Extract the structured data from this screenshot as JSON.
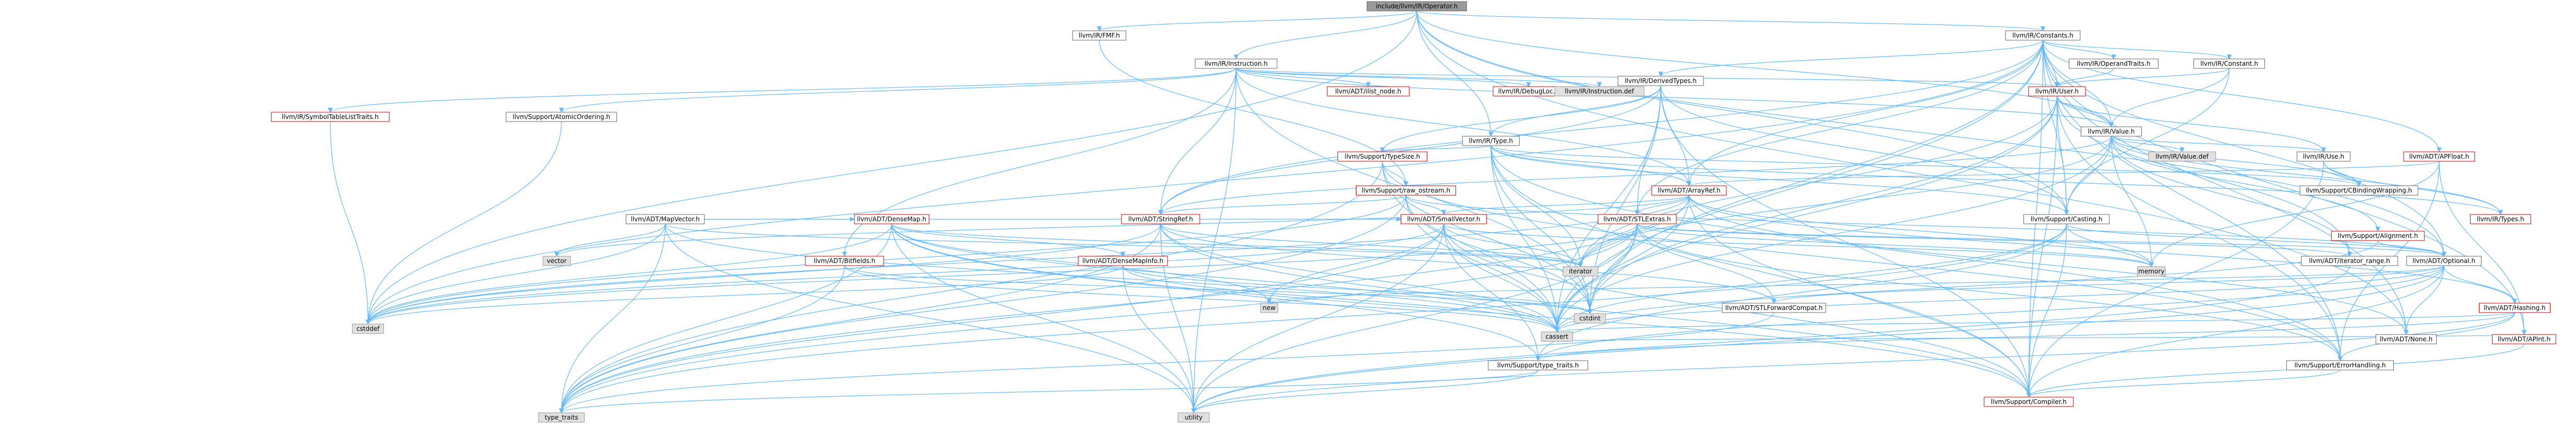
{
  "graph": {
    "nodes": [
      {
        "id": "root",
        "label": "include/llvm/IR/Operator.h",
        "style": "root"
      },
      {
        "id": "fmf",
        "label": "llvm/IR/FMF.h",
        "style": "normal"
      },
      {
        "id": "constants",
        "label": "llvm/IR/Constants.h",
        "style": "normal"
      },
      {
        "id": "instruction",
        "label": "llvm/IR/Instruction.h",
        "style": "normal"
      },
      {
        "id": "mapvector",
        "label": "llvm/ADT/MapVector.h",
        "style": "normal"
      },
      {
        "id": "symtab",
        "label": "llvm/IR/SymbolTableListTraits.h",
        "style": "red"
      },
      {
        "id": "atomicord",
        "label": "llvm/Support/AtomicOrdering.h",
        "style": "normal"
      },
      {
        "id": "ilistnode",
        "label": "llvm/ADT/ilist_node.h",
        "style": "red"
      },
      {
        "id": "debugloc",
        "label": "llvm/IR/DebugLoc.h",
        "style": "red"
      },
      {
        "id": "instdef",
        "label": "llvm/IR/Instruction.def",
        "style": "ext"
      },
      {
        "id": "opertraits",
        "label": "llvm/IR/OperandTraits.h",
        "style": "normal"
      },
      {
        "id": "constant",
        "label": "llvm/IR/Constant.h",
        "style": "normal"
      },
      {
        "id": "derivedtypes",
        "label": "llvm/IR/DerivedTypes.h",
        "style": "normal"
      },
      {
        "id": "user",
        "label": "llvm/IR/User.h",
        "style": "red"
      },
      {
        "id": "type",
        "label": "llvm/IR/Type.h",
        "style": "normal"
      },
      {
        "id": "value",
        "label": "llvm/IR/Value.h",
        "style": "normal"
      },
      {
        "id": "valuedef",
        "label": "llvm/IR/Value.def",
        "style": "ext"
      },
      {
        "id": "use",
        "label": "llvm/IR/Use.h",
        "style": "normal"
      },
      {
        "id": "apfloat",
        "label": "llvm/ADT/APFloat.h",
        "style": "red"
      },
      {
        "id": "typesize",
        "label": "llvm/Support/TypeSize.h",
        "style": "red"
      },
      {
        "id": "rawostream",
        "label": "llvm/Support/raw_ostream.h",
        "style": "red"
      },
      {
        "id": "arrayref",
        "label": "llvm/ADT/ArrayRef.h",
        "style": "red"
      },
      {
        "id": "cbinding",
        "label": "llvm/Support/CBindingWrapping.h",
        "style": "normal"
      },
      {
        "id": "types",
        "label": "llvm/IR/Types.h",
        "style": "red"
      },
      {
        "id": "densemap",
        "label": "llvm/ADT/DenseMap.h",
        "style": "red"
      },
      {
        "id": "stringref",
        "label": "llvm/ADT/StringRef.h",
        "style": "red"
      },
      {
        "id": "smallvector",
        "label": "llvm/ADT/SmallVector.h",
        "style": "red"
      },
      {
        "id": "stlextras",
        "label": "llvm/ADT/STLExtras.h",
        "style": "red"
      },
      {
        "id": "casting",
        "label": "llvm/Support/Casting.h",
        "style": "normal"
      },
      {
        "id": "alignment",
        "label": "llvm/Support/Alignment.h",
        "style": "red"
      },
      {
        "id": "bitfields",
        "label": "llvm/ADT/Bitfields.h",
        "style": "red"
      },
      {
        "id": "densemapinfo",
        "label": "llvm/ADT/DenseMapInfo.h",
        "style": "red"
      },
      {
        "id": "iterrange",
        "label": "llvm/ADT/iterator_range.h",
        "style": "normal"
      },
      {
        "id": "optional",
        "label": "llvm/ADT/Optional.h",
        "style": "normal"
      },
      {
        "id": "hashing",
        "label": "llvm/ADT/Hashing.h",
        "style": "red"
      },
      {
        "id": "stlfwd",
        "label": "llvm/ADT/STLForwardCompat.h",
        "style": "normal"
      },
      {
        "id": "apint",
        "label": "llvm/ADT/APInt.h",
        "style": "red"
      },
      {
        "id": "none",
        "label": "llvm/ADT/None.h",
        "style": "normal"
      },
      {
        "id": "errh",
        "label": "llvm/Support/ErrorHandling.h",
        "style": "normal"
      },
      {
        "id": "typetraits",
        "label": "llvm/Support/type_traits.h",
        "style": "normal"
      },
      {
        "id": "compiler",
        "label": "llvm/Support/Compiler.h",
        "style": "red"
      },
      {
        "id": "vector",
        "label": "vector",
        "style": "ext"
      },
      {
        "id": "cstddef",
        "label": "cstddef",
        "style": "ext"
      },
      {
        "id": "new",
        "label": "new",
        "style": "ext"
      },
      {
        "id": "iterator",
        "label": "iterator",
        "style": "ext"
      },
      {
        "id": "cstdint",
        "label": "cstdint",
        "style": "ext"
      },
      {
        "id": "memory",
        "label": "memory",
        "style": "ext"
      },
      {
        "id": "cassert",
        "label": "cassert",
        "style": "ext"
      },
      {
        "id": "typetraitsstd",
        "label": "type_traits",
        "style": "ext"
      },
      {
        "id": "utility",
        "label": "utility",
        "style": "ext"
      }
    ],
    "edges": [
      [
        "root",
        "fmf"
      ],
      [
        "root",
        "constants"
      ],
      [
        "root",
        "instruction"
      ],
      [
        "root",
        "type"
      ],
      [
        "root",
        "value"
      ],
      [
        "root",
        "casting"
      ],
      [
        "root",
        "cstddef"
      ],
      [
        "root",
        "optional"
      ],
      [
        "root",
        "none"
      ],
      [
        "fmf",
        "rawostream"
      ],
      [
        "constants",
        "apfloat"
      ],
      [
        "constants",
        "apint"
      ],
      [
        "constants",
        "arrayref"
      ],
      [
        "constants",
        "none"
      ],
      [
        "constants",
        "optional"
      ],
      [
        "constants",
        "stlextras"
      ],
      [
        "constants",
        "stringref"
      ],
      [
        "constants",
        "constant"
      ],
      [
        "constants",
        "derivedtypes"
      ],
      [
        "constants",
        "opertraits"
      ],
      [
        "constants",
        "user"
      ],
      [
        "constants",
        "value"
      ],
      [
        "constants",
        "casting"
      ],
      [
        "constants",
        "compiler"
      ],
      [
        "constants",
        "errh"
      ],
      [
        "constants",
        "cassert"
      ],
      [
        "constants",
        "cstddef"
      ],
      [
        "constants",
        "cstdint"
      ],
      [
        "instruction",
        "arrayref"
      ],
      [
        "instruction",
        "bitfields"
      ],
      [
        "instruction",
        "stringref"
      ],
      [
        "instruction",
        "ilistnode"
      ],
      [
        "instruction",
        "debugloc"
      ],
      [
        "instruction",
        "symtab"
      ],
      [
        "instruction",
        "user"
      ],
      [
        "instruction",
        "value"
      ],
      [
        "instruction",
        "atomicord"
      ],
      [
        "instruction",
        "instdef"
      ],
      [
        "instruction",
        "cstdint"
      ],
      [
        "instruction",
        "utility"
      ],
      [
        "mapvector",
        "smallvector"
      ],
      [
        "mapvector",
        "densemap"
      ],
      [
        "mapvector",
        "cassert"
      ],
      [
        "mapvector",
        "cstddef"
      ],
      [
        "mapvector",
        "iterator"
      ],
      [
        "mapvector",
        "typetraitsstd"
      ],
      [
        "mapvector",
        "utility"
      ],
      [
        "mapvector",
        "vector"
      ],
      [
        "symtab",
        "cstddef"
      ],
      [
        "atomicord",
        "cstddef"
      ],
      [
        "opertraits",
        "user"
      ],
      [
        "constant",
        "value"
      ],
      [
        "constant",
        "user"
      ],
      [
        "constant",
        "casting"
      ],
      [
        "derivedtypes",
        "arrayref"
      ],
      [
        "derivedtypes",
        "stlextras"
      ],
      [
        "derivedtypes",
        "stringref"
      ],
      [
        "derivedtypes",
        "type"
      ],
      [
        "derivedtypes",
        "casting"
      ],
      [
        "derivedtypes",
        "compiler"
      ],
      [
        "derivedtypes",
        "typesize"
      ],
      [
        "derivedtypes",
        "cassert"
      ],
      [
        "derivedtypes",
        "cstdint"
      ],
      [
        "user",
        "iterrange"
      ],
      [
        "user",
        "use"
      ],
      [
        "user",
        "value"
      ],
      [
        "user",
        "casting"
      ],
      [
        "user",
        "compiler"
      ],
      [
        "user",
        "errh"
      ],
      [
        "user",
        "cassert"
      ],
      [
        "user",
        "cstdint"
      ],
      [
        "user",
        "iterator"
      ],
      [
        "type",
        "arrayref"
      ],
      [
        "type",
        "typesize"
      ],
      [
        "type",
        "casting"
      ],
      [
        "type",
        "compiler"
      ],
      [
        "type",
        "errh"
      ],
      [
        "type",
        "cassert"
      ],
      [
        "type",
        "cstdint"
      ],
      [
        "type",
        "iterator"
      ],
      [
        "type",
        "cbinding"
      ],
      [
        "type",
        "types"
      ],
      [
        "value",
        "alignment"
      ],
      [
        "value",
        "iterrange"
      ],
      [
        "value",
        "stringref"
      ],
      [
        "value",
        "use"
      ],
      [
        "value",
        "valuedef"
      ],
      [
        "value",
        "cbinding"
      ],
      [
        "value",
        "types"
      ],
      [
        "value",
        "casting"
      ],
      [
        "value",
        "cassert"
      ],
      [
        "value",
        "iterator"
      ],
      [
        "value",
        "memory"
      ],
      [
        "use",
        "cbinding"
      ],
      [
        "use",
        "compiler"
      ],
      [
        "use",
        "types"
      ],
      [
        "apfloat",
        "apint"
      ],
      [
        "apfloat",
        "errh"
      ],
      [
        "apfloat",
        "memory"
      ],
      [
        "apfloat",
        "arrayref"
      ],
      [
        "typesize",
        "rawostream"
      ],
      [
        "typesize",
        "errh"
      ],
      [
        "typesize",
        "cassert"
      ],
      [
        "typesize",
        "cstdint"
      ],
      [
        "typesize",
        "typetraitsstd"
      ],
      [
        "typesize",
        "algorithm"
      ],
      [
        "rawostream",
        "smallvector"
      ],
      [
        "rawostream",
        "stringref"
      ],
      [
        "rawostream",
        "cassert"
      ],
      [
        "rawostream",
        "cstddef"
      ],
      [
        "rawostream",
        "cstdint"
      ],
      [
        "rawostream",
        "typetraitsstd"
      ],
      [
        "rawostream",
        "optional"
      ],
      [
        "arrayref",
        "hashing"
      ],
      [
        "arrayref",
        "none"
      ],
      [
        "arrayref",
        "smallvector"
      ],
      [
        "arrayref",
        "stlextras"
      ],
      [
        "arrayref",
        "compiler"
      ],
      [
        "arrayref",
        "cassert"
      ],
      [
        "arrayref",
        "cstddef"
      ],
      [
        "arrayref",
        "iterator"
      ],
      [
        "arrayref",
        "memory"
      ],
      [
        "arrayref",
        "typetraitsstd"
      ],
      [
        "arrayref",
        "vector"
      ],
      [
        "densemap",
        "densemapinfo"
      ],
      [
        "densemap",
        "compiler"
      ],
      [
        "densemap",
        "typetraits"
      ],
      [
        "densemap",
        "cassert"
      ],
      [
        "densemap",
        "cstddef"
      ],
      [
        "densemap",
        "iterator"
      ],
      [
        "densemap",
        "new"
      ],
      [
        "densemap",
        "typetraitsstd"
      ],
      [
        "densemap",
        "utility"
      ],
      [
        "stringref",
        "stlfwd"
      ],
      [
        "stringref",
        "compiler"
      ],
      [
        "stringref",
        "cassert"
      ],
      [
        "stringref",
        "cstddef"
      ],
      [
        "stringref",
        "iterator"
      ],
      [
        "stringref",
        "typetraitsstd"
      ],
      [
        "stringref",
        "utility"
      ],
      [
        "smallvector",
        "compiler"
      ],
      [
        "smallvector",
        "typetraits"
      ],
      [
        "smallvector",
        "cassert"
      ],
      [
        "smallvector",
        "cstddef"
      ],
      [
        "smallvector",
        "iterator"
      ],
      [
        "smallvector",
        "memory"
      ],
      [
        "smallvector",
        "new"
      ],
      [
        "smallvector",
        "typetraitsstd"
      ],
      [
        "smallvector",
        "utility"
      ],
      [
        "stlextras",
        "optional"
      ],
      [
        "stlextras",
        "stlfwd"
      ],
      [
        "stlextras",
        "iterrange"
      ],
      [
        "stlextras",
        "errh"
      ],
      [
        "stlextras",
        "cassert"
      ],
      [
        "stlextras",
        "cstddef"
      ],
      [
        "stlextras",
        "cstdint"
      ],
      [
        "stlextras",
        "iterator"
      ],
      [
        "stlextras",
        "memory"
      ],
      [
        "stlextras",
        "typetraitsstd"
      ],
      [
        "stlextras",
        "utility"
      ],
      [
        "casting",
        "compiler"
      ],
      [
        "casting",
        "typetraits"
      ],
      [
        "casting",
        "cassert"
      ],
      [
        "casting",
        "memory"
      ],
      [
        "casting",
        "typetraitsstd"
      ],
      [
        "casting",
        "optional"
      ],
      [
        "alignment",
        "optional"
      ],
      [
        "alignment",
        "cassert"
      ],
      [
        "bitfields",
        "cassert"
      ],
      [
        "bitfields",
        "climits"
      ],
      [
        "bitfields",
        "cstdint"
      ],
      [
        "bitfields",
        "typetraitsstd"
      ],
      [
        "densemapinfo",
        "cassert"
      ],
      [
        "densemapinfo",
        "cstddef"
      ],
      [
        "densemapinfo",
        "cstdint"
      ],
      [
        "densemapinfo",
        "utility"
      ],
      [
        "iterrange",
        "utility"
      ],
      [
        "optional",
        "hashing"
      ],
      [
        "optional",
        "none"
      ],
      [
        "optional",
        "stlfwd"
      ],
      [
        "optional",
        "compiler"
      ],
      [
        "optional",
        "typetraits"
      ],
      [
        "optional",
        "cassert"
      ],
      [
        "optional",
        "new"
      ],
      [
        "optional",
        "utility"
      ],
      [
        "hashing",
        "errh"
      ],
      [
        "hashing",
        "typetraits"
      ],
      [
        "hashing",
        "cassert"
      ],
      [
        "hashing",
        "utility"
      ],
      [
        "stlfwd",
        "typetraitsstd"
      ],
      [
        "apint",
        "compiler"
      ],
      [
        "apint",
        "cassert"
      ],
      [
        "errh",
        "compiler"
      ],
      [
        "typetraits",
        "typetraitsstd"
      ],
      [
        "typetraits",
        "utility"
      ]
    ]
  }
}
